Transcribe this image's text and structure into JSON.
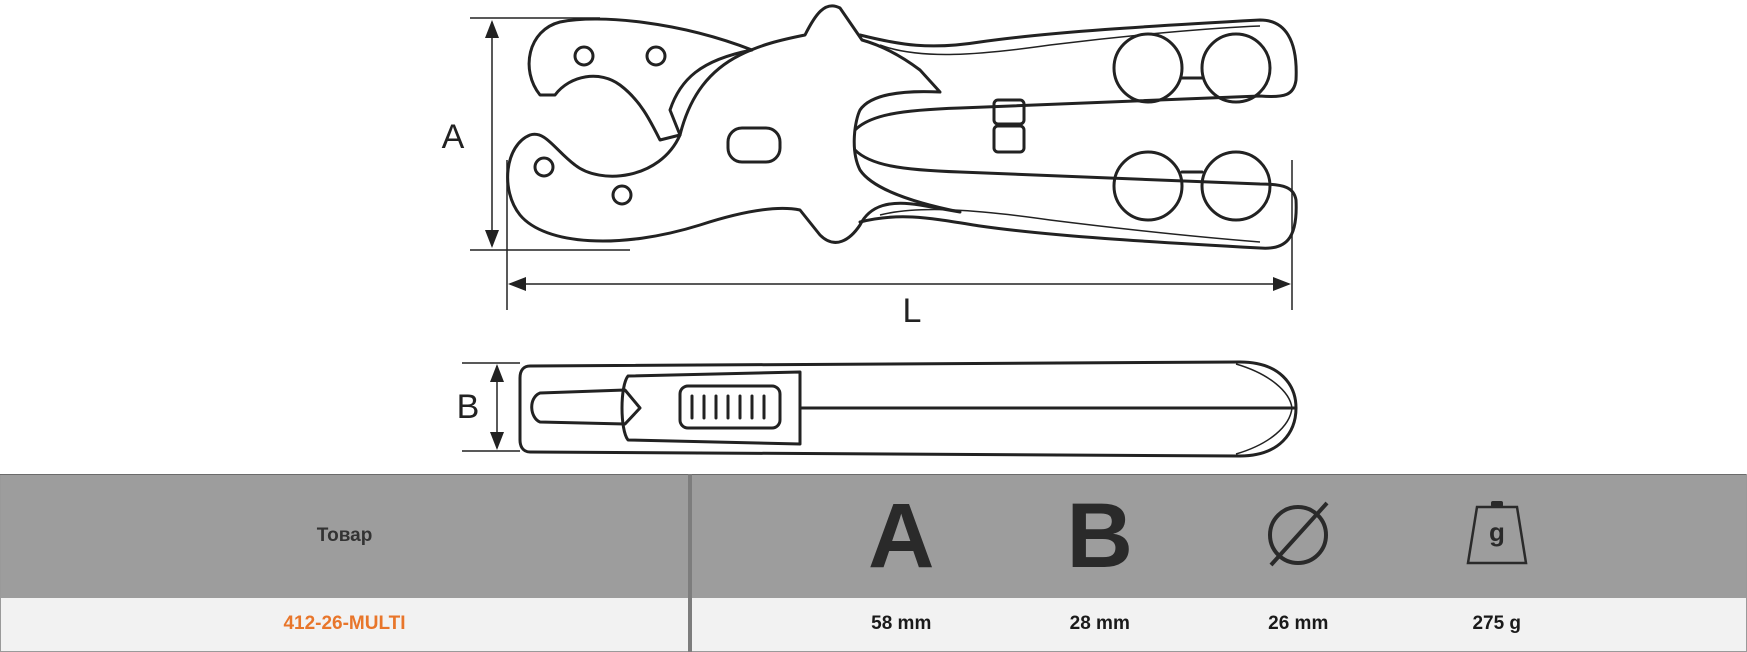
{
  "dimensions": {
    "a_label": "A",
    "b_label": "B",
    "l_label": "L"
  },
  "table": {
    "headers": {
      "product": "Товар",
      "a": "A",
      "b": "B",
      "diameter_icon": "diameter-symbol",
      "weight_icon": "weight-g-icon",
      "weight_glyph": "g"
    },
    "rows": [
      {
        "product": "412-26-MULTI",
        "a": "58 mm",
        "b": "28 mm",
        "diameter": "26 mm",
        "weight": "275 g"
      }
    ]
  },
  "colors": {
    "header_bg": "#9d9d9d",
    "row_bg": "#f2f2f2",
    "product_code": "#e8762b"
  }
}
